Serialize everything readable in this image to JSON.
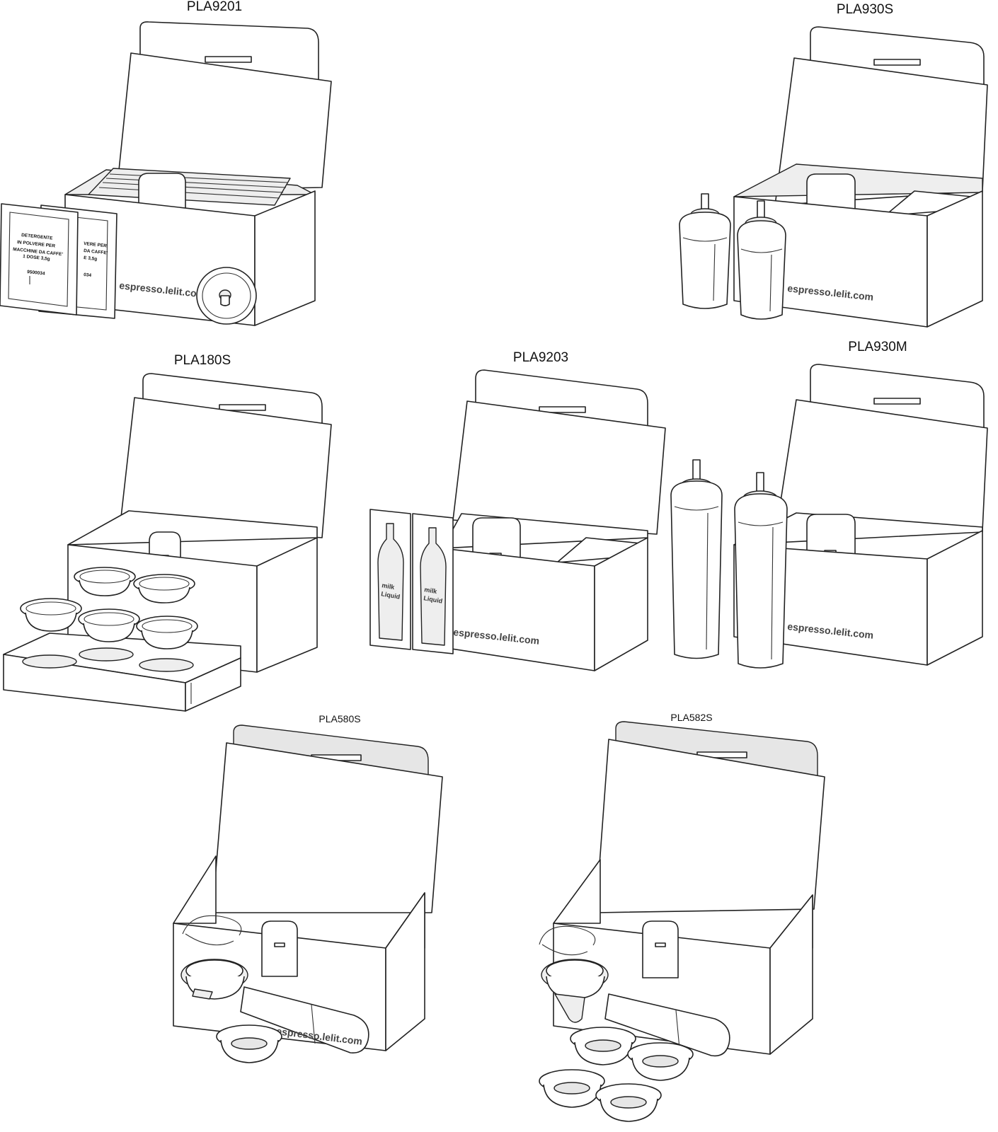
{
  "kits": [
    {
      "id": "pla9201",
      "label": "PLA9201"
    },
    {
      "id": "pla930s",
      "label": "PLA930S"
    },
    {
      "id": "pla180s",
      "label": "PLA180S"
    },
    {
      "id": "pla9203",
      "label": "PLA9203"
    },
    {
      "id": "pla930m",
      "label": "PLA930M"
    },
    {
      "id": "pla580s",
      "label": "PLA580S"
    },
    {
      "id": "pla582s",
      "label": "PLA582S"
    }
  ],
  "box_text": "espresso.lelit.com",
  "sachet": {
    "line1": "DETERGENTE",
    "line2": "IN POLVERE PER",
    "line3": "MACCHINE DA CAFFE'",
    "line4": "1 DOSE 3,5g",
    "code": "9500034",
    "partial_line2": "VERE PER",
    "partial_line3": "DA CAFFE'",
    "partial_line4": "E 3,5g",
    "partial_code": "034"
  },
  "bottle_text": {
    "line1": "milk",
    "line2": "Liquid"
  }
}
